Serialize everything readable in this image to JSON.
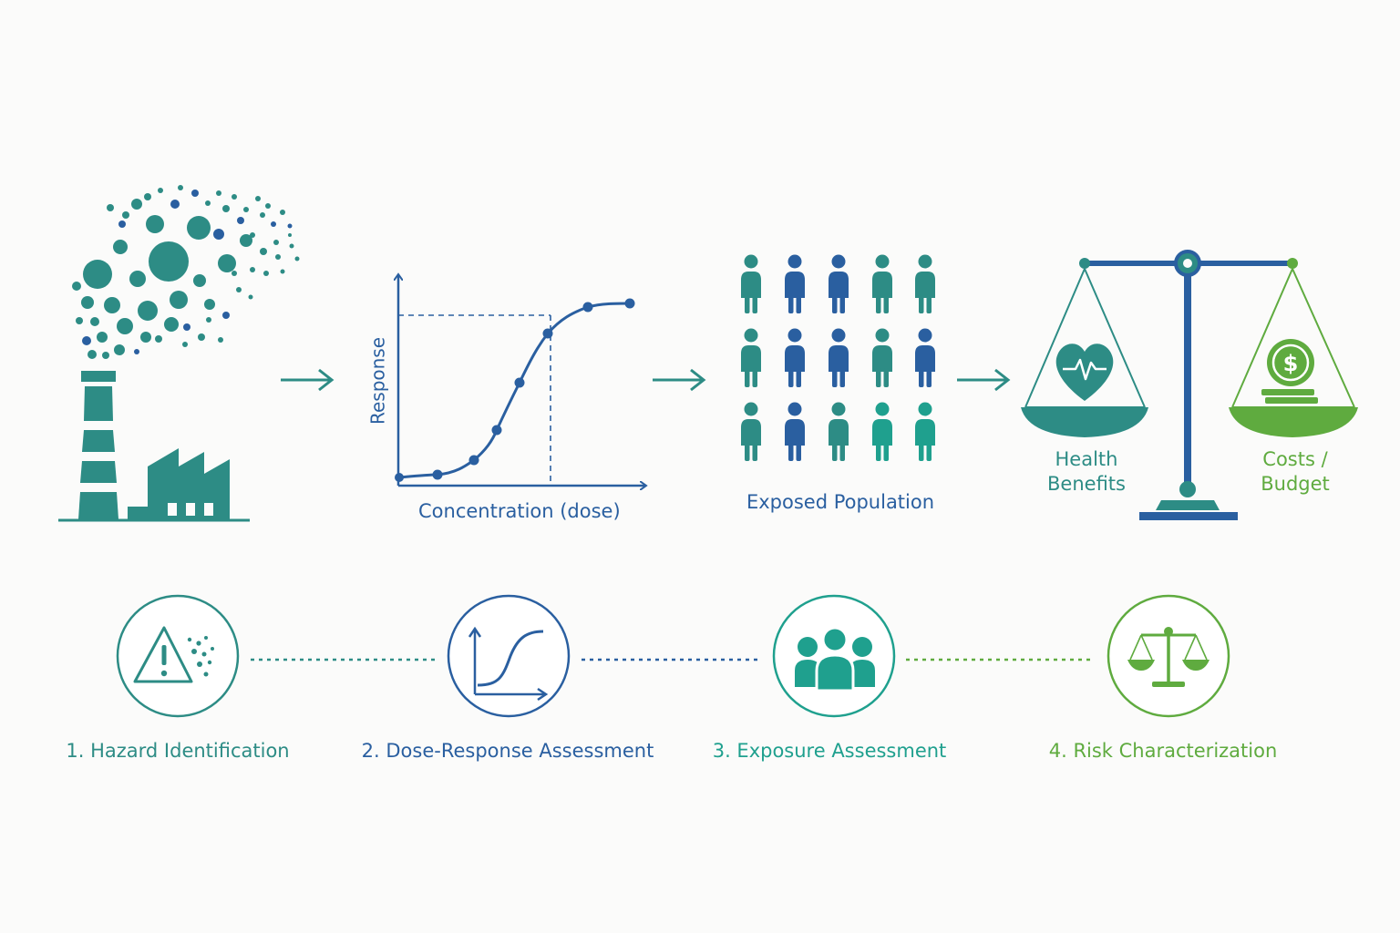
{
  "colors": {
    "teal": "#2d8c85",
    "blue": "#2a5fa0",
    "aqua": "#1fa08e",
    "green": "#5fab3f"
  },
  "dose_response": {
    "ylabel": "Response",
    "xlabel": "Concentration (dose)"
  },
  "population": {
    "label": "Exposed Population",
    "rows": 3,
    "cols": 5
  },
  "balance": {
    "left_line1": "Health",
    "left_line2": "Benefits",
    "right_line1": "Costs /",
    "right_line2": "Budget",
    "left_icon": "heart-pulse-icon",
    "right_icon": "dollar-coin-icon"
  },
  "steps": [
    {
      "label": "1. Hazard Identification",
      "icon": "warning-triangle-icon"
    },
    {
      "label": "2. Dose-Response Assessment",
      "icon": "dose-curve-icon"
    },
    {
      "label": "3. Exposure Assessment",
      "icon": "people-group-icon"
    },
    {
      "label": "4. Risk Characterization",
      "icon": "scales-icon"
    }
  ]
}
